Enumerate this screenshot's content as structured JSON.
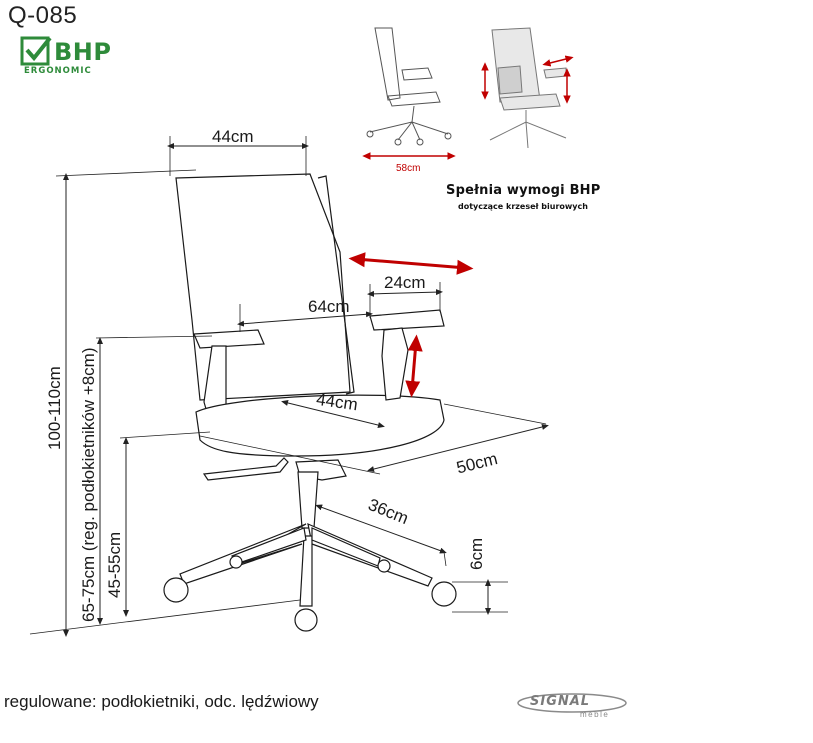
{
  "header": {
    "model": "Q-085",
    "bhp_logo_text": "BHP",
    "bhp_logo_sub": "ERGONOMIC",
    "bhp_requirement": "Spełnia wymogi BHP",
    "bhp_requirement_sub": "dotyczące krzeseł biurowych"
  },
  "dimensions": {
    "backrest_width": "44cm",
    "total_height": "100-110cm",
    "armrest_height": "65-75cm (reg. podłokietników +8cm)",
    "seat_height": "45-55cm",
    "armrest_length": "24cm",
    "armrest_span": "64cm",
    "seat_width": "44cm",
    "seat_depth": "50cm",
    "base_radius": "36cm",
    "wheel_height": "6cm",
    "base_width_thumb": "58cm"
  },
  "footer": {
    "features": "regulowane: podłokietniki, odc. lędźwiowy",
    "brand": "SIGNAL",
    "brand_sub": "meble"
  },
  "colors": {
    "bhp_green": "#2e8b3a",
    "arrow_red": "#c00000",
    "line": "#222222",
    "brand_gray": "#7a7a7a"
  }
}
